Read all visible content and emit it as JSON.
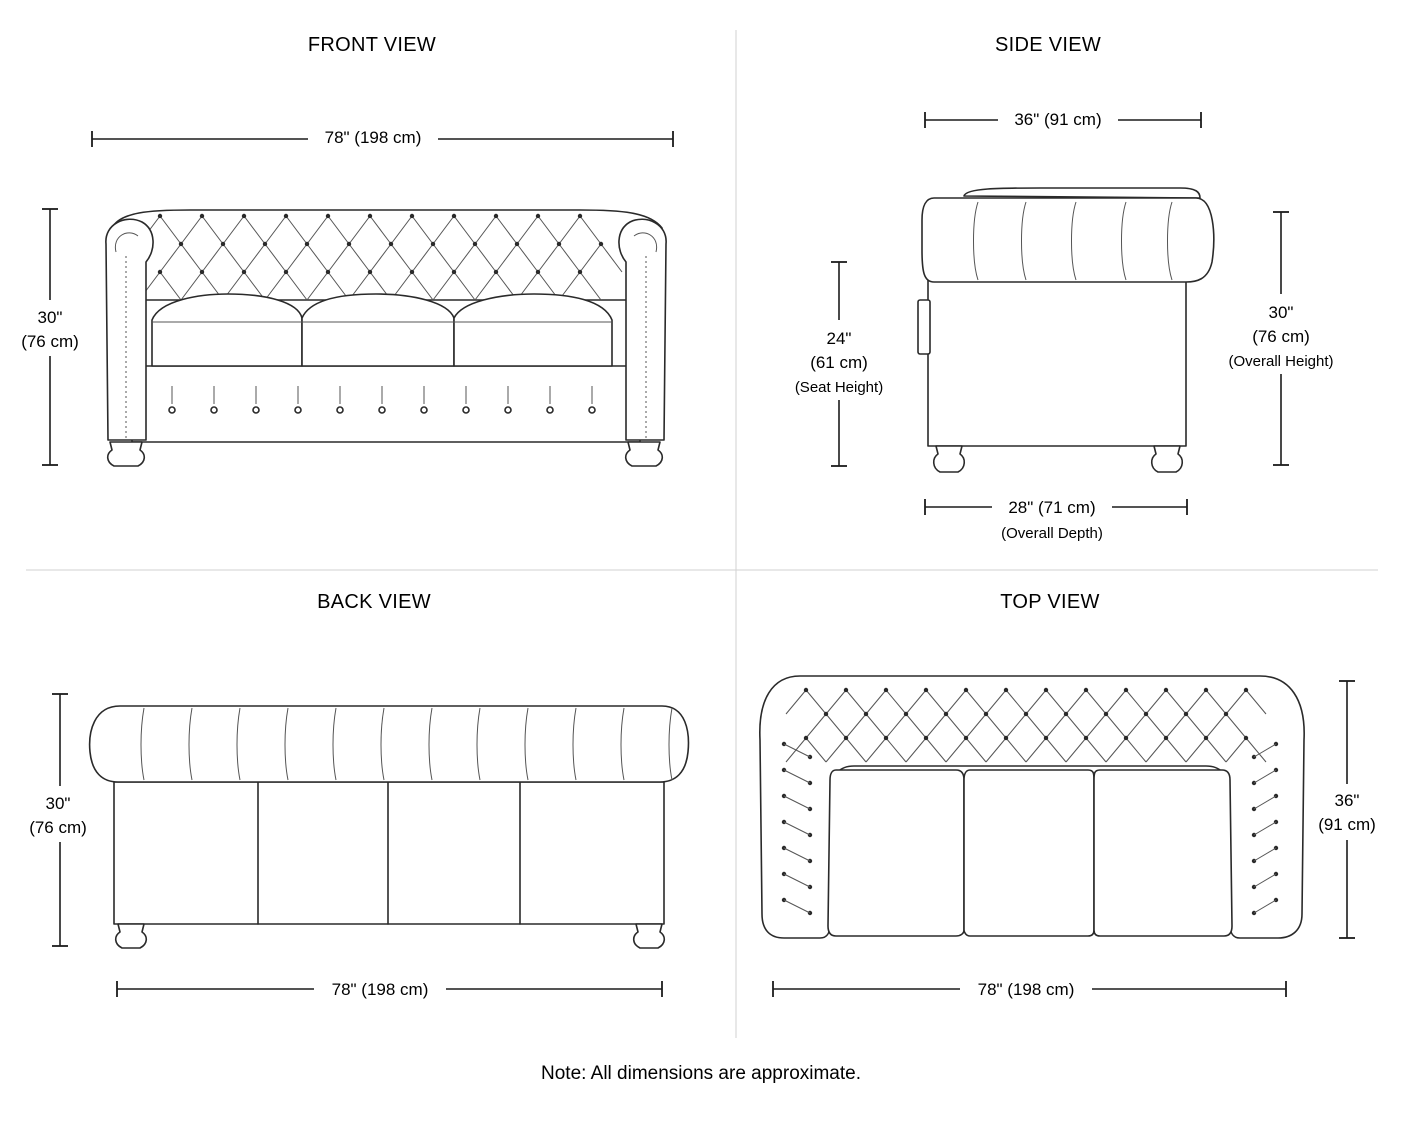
{
  "views": {
    "front": {
      "title": "FRONT VIEW",
      "width_label": "78\" (198 cm)",
      "height_in": "30\"",
      "height_cm": "(76 cm)"
    },
    "side": {
      "title": "SIDE VIEW",
      "top_width_label": "36\" (91 cm)",
      "seat_height_in": "24\"",
      "seat_height_cm": "(61 cm)",
      "seat_height_caption": "(Seat Height)",
      "overall_height_in": "30\"",
      "overall_height_cm": "(76 cm)",
      "overall_height_caption": "(Overall Height)",
      "depth_label": "28\" (71 cm)",
      "depth_caption": "(Overall Depth)"
    },
    "back": {
      "title": "BACK VIEW",
      "height_in": "30\"",
      "height_cm": "(76 cm)",
      "width_label": "78\" (198 cm)"
    },
    "top": {
      "title": "TOP VIEW",
      "depth_in": "36\"",
      "depth_cm": "(91 cm)",
      "width_label": "78\" (198 cm)"
    }
  },
  "note": "Note: All dimensions are approximate."
}
